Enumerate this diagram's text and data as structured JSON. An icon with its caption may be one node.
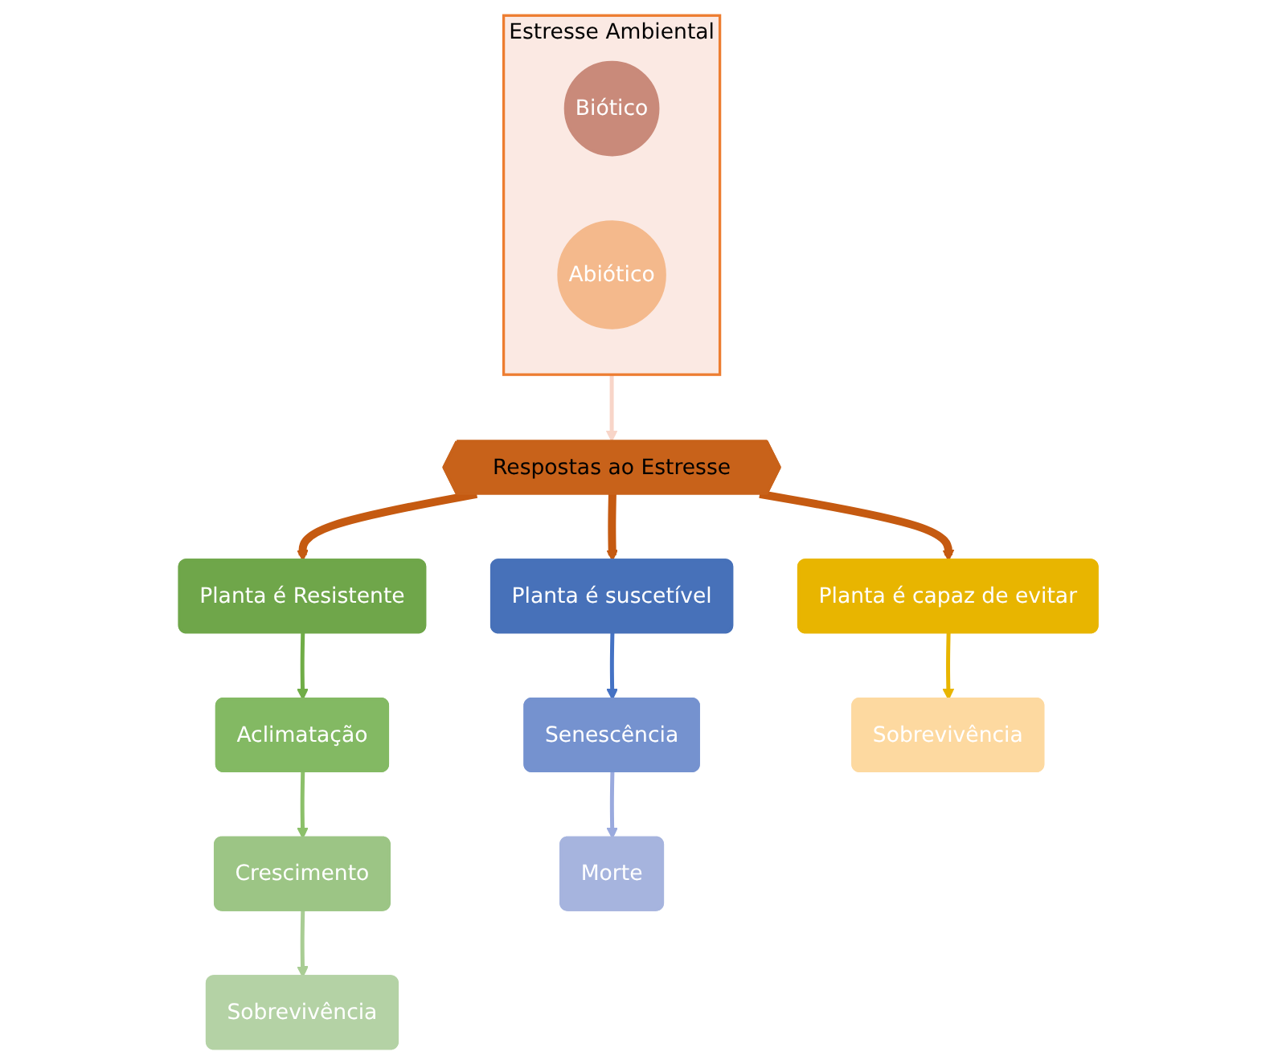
{
  "diagram": {
    "nodes": [
      {
        "text": [
          "Estresse Ambiental"
        ]
      },
      {
        "text": [
          "Biótico"
        ],
        "in": 0
      },
      {
        "text": [
          "Abiótico"
        ],
        "in": 0
      },
      {
        "text": [
          "Respostas ao Estresse"
        ]
      },
      {
        "text": [
          "Planta é Resistente"
        ]
      },
      {
        "text": [
          "Aclimatação"
        ]
      },
      {
        "text": [
          "Crescimento"
        ]
      },
      {
        "text": [
          "Sobrevivência"
        ]
      },
      {
        "text": [
          "Planta é suscetível"
        ]
      },
      {
        "text": [
          "Senescência"
        ]
      },
      {
        "text": [
          "Morte"
        ]
      },
      {
        "text": [
          "Planta é capaz de evitar"
        ]
      },
      {
        "text": [
          "Sobrevivência"
        ]
      }
    ],
    "edges": [
      {
        "from": 0,
        "to": 3,
        "arrow": "to",
        "color": "#f8d5c8"
      },
      {
        "from": 3,
        "to": 4,
        "arrow": "to",
        "style": "thick",
        "color": "#c55a11"
      },
      {
        "from": 3,
        "to": 8,
        "arrow": "to",
        "style": "thick",
        "color": "#c55a11"
      },
      {
        "from": 3,
        "to": 11,
        "arrow": "to",
        "style": "thick",
        "color": "#c55a11"
      },
      {
        "from": 4,
        "to": 5,
        "arrow": "to",
        "color": "#70ad47"
      },
      {
        "from": 5,
        "to": 6,
        "arrow": "to",
        "color": "#8cc06a"
      },
      {
        "from": 6,
        "to": 7,
        "arrow": "to",
        "color": "#a9cd94"
      },
      {
        "from": 8,
        "to": 9,
        "arrow": "to",
        "color": "#4472c4"
      },
      {
        "from": 9,
        "to": 10,
        "arrow": "to",
        "color": "#9aaade"
      },
      {
        "from": 11,
        "to": 12,
        "arrow": "to",
        "color": "#e8b500"
      }
    ]
  }
}
